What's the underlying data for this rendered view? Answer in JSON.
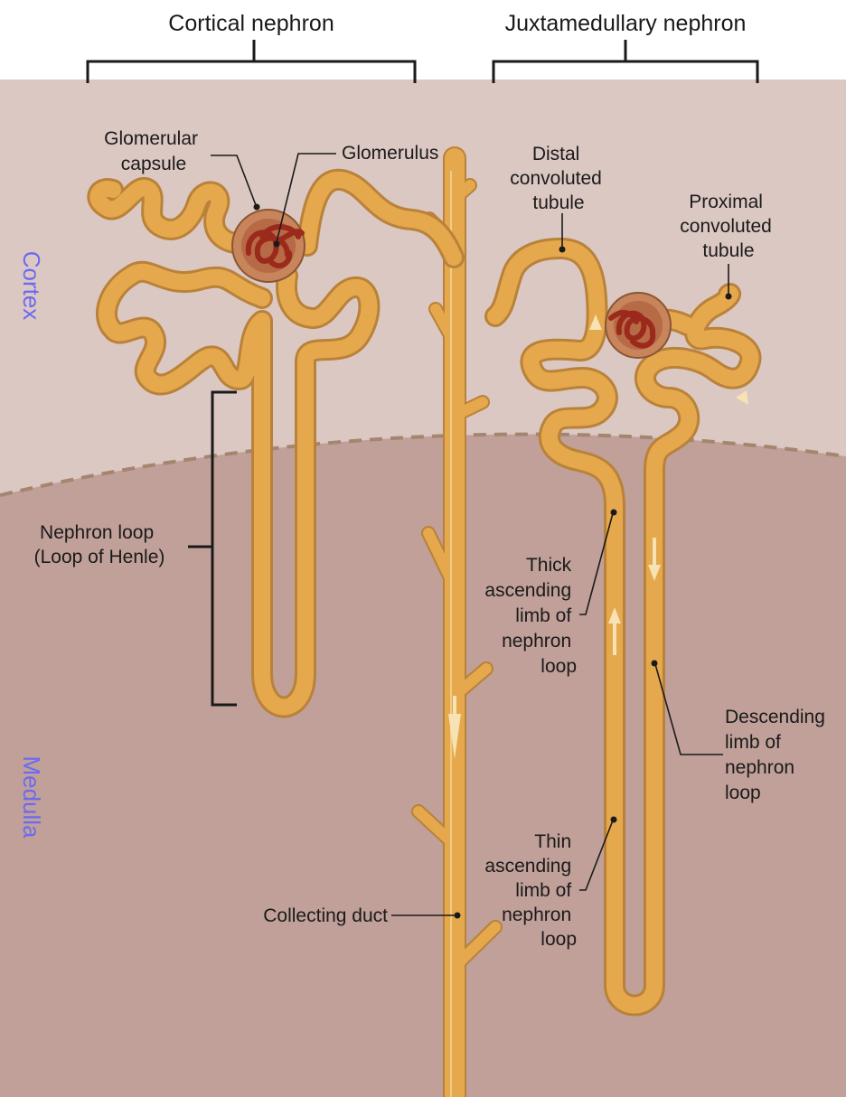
{
  "headers": {
    "cortical": "Cortical nephron",
    "juxtamedullary": "Juxtamedullary nephron"
  },
  "regions": {
    "cortex": "Cortex",
    "medulla": "Medulla"
  },
  "labels": {
    "glomerular_capsule": [
      "Glomerular",
      "capsule"
    ],
    "glomerulus": [
      "Glomerulus"
    ],
    "distal_convoluted_tubule": [
      "Distal",
      "convoluted",
      "tubule"
    ],
    "proximal_convoluted_tubule": [
      "Proximal",
      "convoluted",
      "tubule"
    ],
    "nephron_loop": [
      "Nephron loop",
      "(Loop of Henle)"
    ],
    "thick_ascending_limb": [
      "Thick",
      "ascending",
      "limb of",
      "nephron",
      "loop"
    ],
    "descending_limb": [
      "Descending",
      "limb of",
      "nephron",
      "loop"
    ],
    "thin_ascending_limb": [
      "Thin",
      "ascending",
      "limb of",
      "nephron",
      "loop"
    ],
    "collecting_duct": [
      "Collecting duct"
    ]
  },
  "colors": {
    "cortex_bg": "#dcc8c2",
    "medulla_bg": "#c0a099",
    "tubule": "#e5a84c",
    "tubule_outline": "#b9823a",
    "capsule": "#c8845a",
    "glomerulus": "#9c2a1c",
    "region_label": "#6a6af2"
  }
}
